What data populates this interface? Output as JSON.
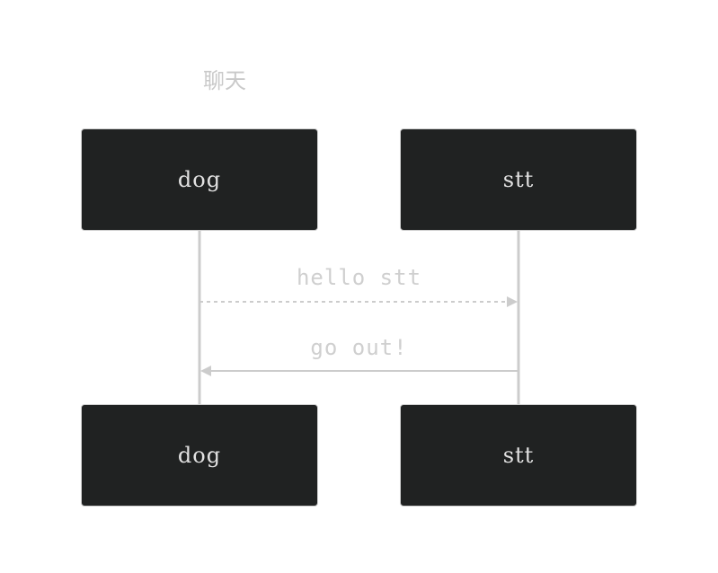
{
  "diagram": {
    "title": "聊天",
    "participants": [
      {
        "id": "dog",
        "label": "dog"
      },
      {
        "id": "stt",
        "label": "stt"
      }
    ],
    "messages": [
      {
        "from": "dog",
        "to": "stt",
        "text": "hello stt",
        "style": "dashed"
      },
      {
        "from": "stt",
        "to": "dog",
        "text": "go out!",
        "style": "solid"
      }
    ]
  },
  "colors": {
    "background": "#ffffff",
    "actor_fill": "#202222",
    "actor_border": "#cfcfcf",
    "line": "#cccccc",
    "text_light": "#cfcfcf"
  }
}
